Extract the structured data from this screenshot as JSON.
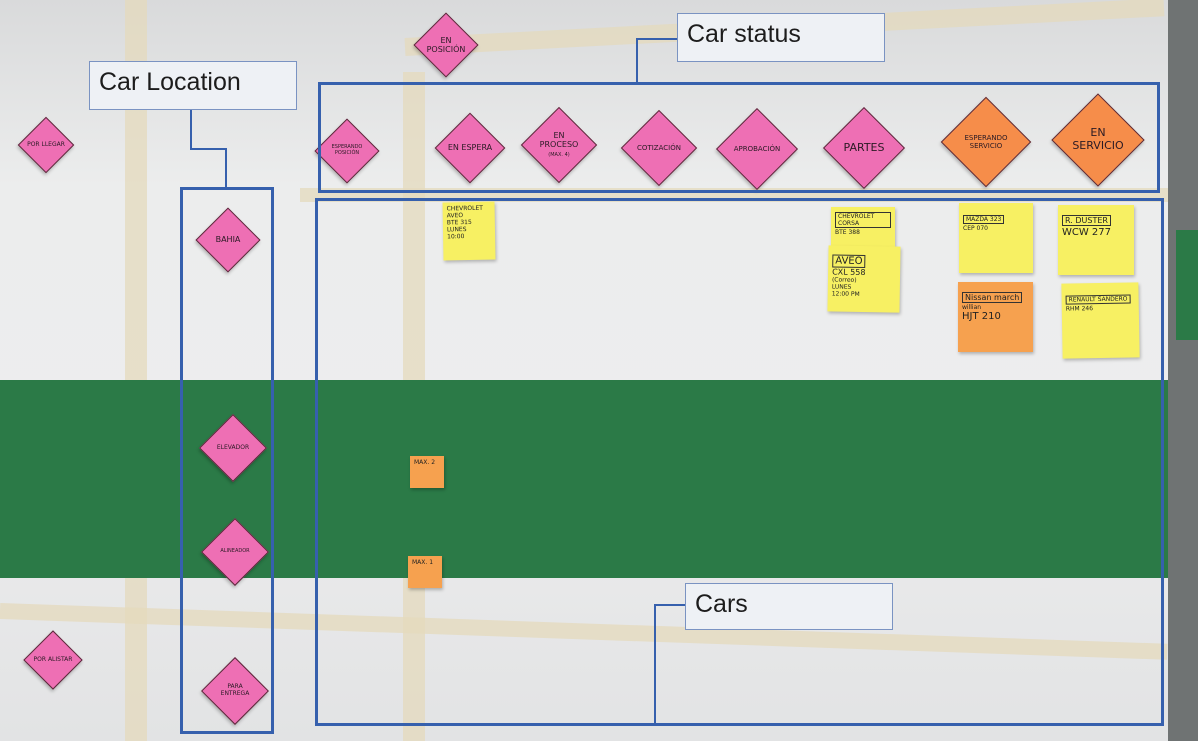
{
  "callouts": {
    "car_status": "Car status",
    "car_location": "Car Location",
    "cars": "Cars"
  },
  "status_diamonds": [
    {
      "label": "Esperando posición"
    },
    {
      "label": "En espera"
    },
    {
      "label": "En proceso",
      "sub": "(MAX. 4)"
    },
    {
      "label": "Cotización"
    },
    {
      "label": "Aprobación"
    },
    {
      "label": "Partes"
    },
    {
      "label": "Esperando servicio"
    },
    {
      "label": "En servicio"
    }
  ],
  "location_diamonds": [
    {
      "label": "Bahia"
    },
    {
      "label": "Elevador"
    },
    {
      "label": "Alineador"
    },
    {
      "label": "Para entrega"
    }
  ],
  "other_diamonds": {
    "en_posicion": "En posición",
    "por_llegar": "Por llegar",
    "por_alistar": "Por alistar"
  },
  "car_notes": [
    {
      "title": "CHEVROLET AVEO",
      "lines": [
        "BTE 315",
        "LUNES",
        "10:00"
      ]
    },
    {
      "title": "CHEVROLET CORSA",
      "lines": [
        "BTE 388"
      ]
    },
    {
      "title": "AVEO",
      "lines": [
        "CXL 558",
        "(Correo)",
        "LUNES",
        "12:00 PM"
      ]
    },
    {
      "title": "MAZDA 323",
      "lines": [
        "CEP 070"
      ]
    },
    {
      "title": "R. DUSTER",
      "lines": [
        "WCW 277"
      ]
    },
    {
      "title": "Nissan march",
      "lines": [
        "willian",
        "HJT 210"
      ]
    },
    {
      "title": "RENAULT SANDERO",
      "lines": [
        "RHM 246"
      ]
    }
  ],
  "limit_notes": [
    {
      "label": "MAX. 2"
    },
    {
      "label": "MAX. 1"
    }
  ],
  "colors": {
    "frame_blue": "#3660ad",
    "note_pink": "#ee6fb4",
    "note_orange": "#f68d4a",
    "sticky_yellow": "#f7f063",
    "wall_green": "#2b7a47"
  }
}
